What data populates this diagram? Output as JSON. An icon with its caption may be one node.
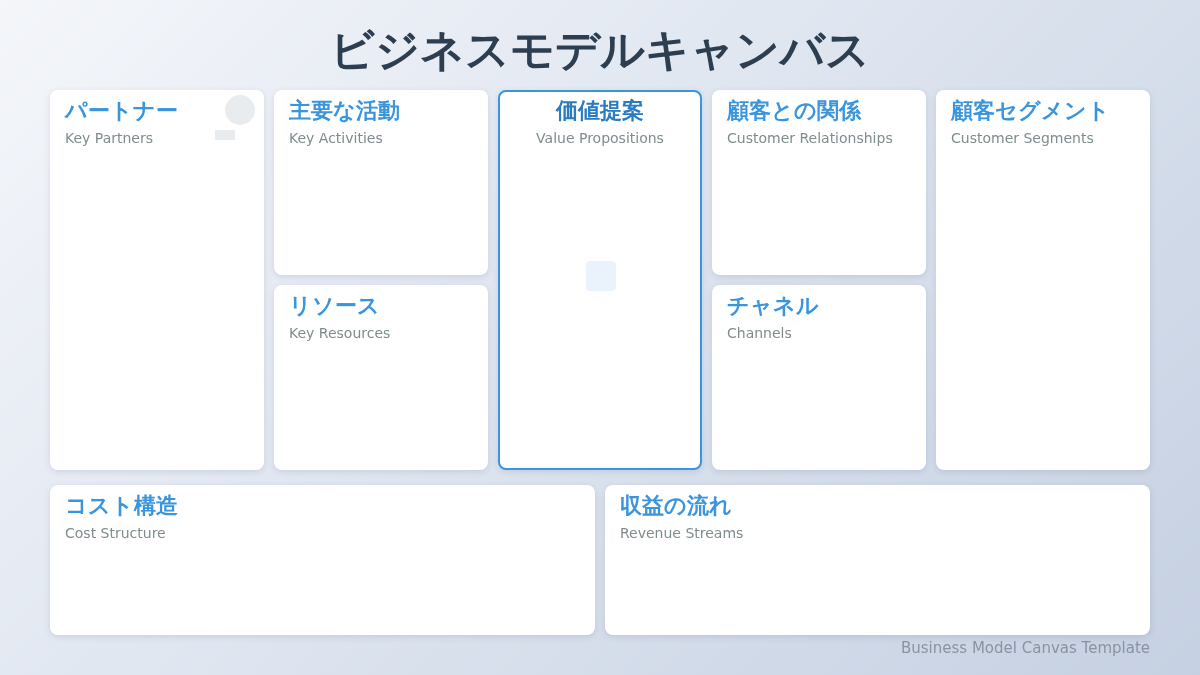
{
  "diagram": {
    "title": "ビジネスモデルキャンバス",
    "nodes": [
      {
        "text": [
          "パートナー",
          "Key Partners"
        ]
      },
      {
        "text": [
          "主要な活動",
          "Key Activities"
        ]
      },
      {
        "text": [
          "リソース",
          "Key Resources"
        ]
      },
      {
        "text": [
          "価値提案",
          "Value Propositions"
        ]
      },
      {
        "text": [
          "顧客との関係",
          "Customer Relationships"
        ]
      },
      {
        "text": [
          "チャネル",
          "Channels"
        ]
      },
      {
        "text": [
          "顧客セグメント",
          "Customer Segments"
        ]
      },
      {
        "text": [
          "コスト構造",
          "Cost Structure"
        ]
      },
      {
        "text": [
          "収益の流れ",
          "Revenue Streams"
        ]
      }
    ],
    "caption": "Business Model Canvas Template"
  }
}
